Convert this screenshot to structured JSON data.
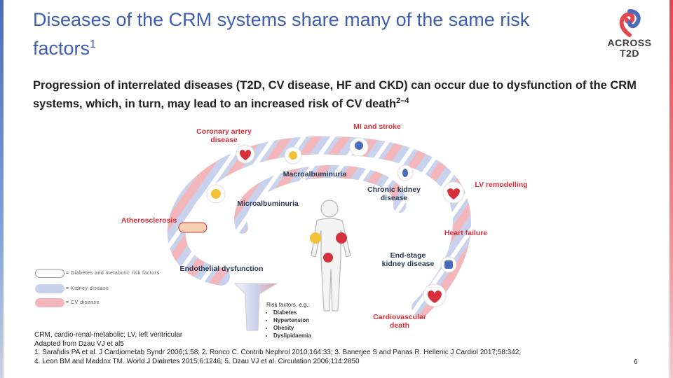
{
  "title_main": "Diseases of the CRM systems share many of the same risk factors",
  "title_sup": "1",
  "logo": {
    "line1": "ACROSS",
    "line2": "T2D"
  },
  "subtitle_main": "Progression of interrelated diseases (T2D, CV disease, HF and CKD) can occur due to dysfunction of the CRM systems, which, in turn, may lead to an increased risk of CV death",
  "subtitle_sup": "2–4",
  "labels": {
    "coronary1": "Coronary artery",
    "coronary2": "disease",
    "mi": "MI and stroke",
    "macro": "Macroalbuminuria",
    "ckd1": "Chronic kidney",
    "ckd2": "disease",
    "lv": "LV remodelling",
    "micro": "Microalbuminuria",
    "athero": "Atherosclerosis",
    "hf": "Heart failure",
    "esk1": "End-stage",
    "esk2": "kidney disease",
    "endo": "Endothelial dysfunction",
    "cvd1": "Cardiovascular",
    "cvd2": "death"
  },
  "legend": [
    {
      "text": "= Diabetes and metabolic risk factors",
      "color": "#ffffff"
    },
    {
      "text": "= Kidney disease",
      "color": "#c9d2ec"
    },
    {
      "text": "= CV disease",
      "color": "#f3b7bb"
    }
  ],
  "risk_title": "Risk factors, e.g.:",
  "risk_items": [
    "Diabetes",
    "Hypertension",
    "Obesity",
    "Dyslipidaemia"
  ],
  "footer": [
    "CRM, cardio-renal-metabolic; LV, left ventricular",
    "Adapted from Dzau VJ et al5",
    "1. Sarafidis PA et al. J Cardiometab Syndr 2006;1:58; 2. Ronco C. Contrib Nephrol 2010;164:33; 3. Banerjee S and Panas R. Hellenic J Cardiol 2017;58:342;",
    "4. Leon BM and Maddox TM. World J Diabetes 2015;6:1246; 5. Dzau VJ et al. Circulation 2006;114:2850"
  ],
  "page_number": "6"
}
